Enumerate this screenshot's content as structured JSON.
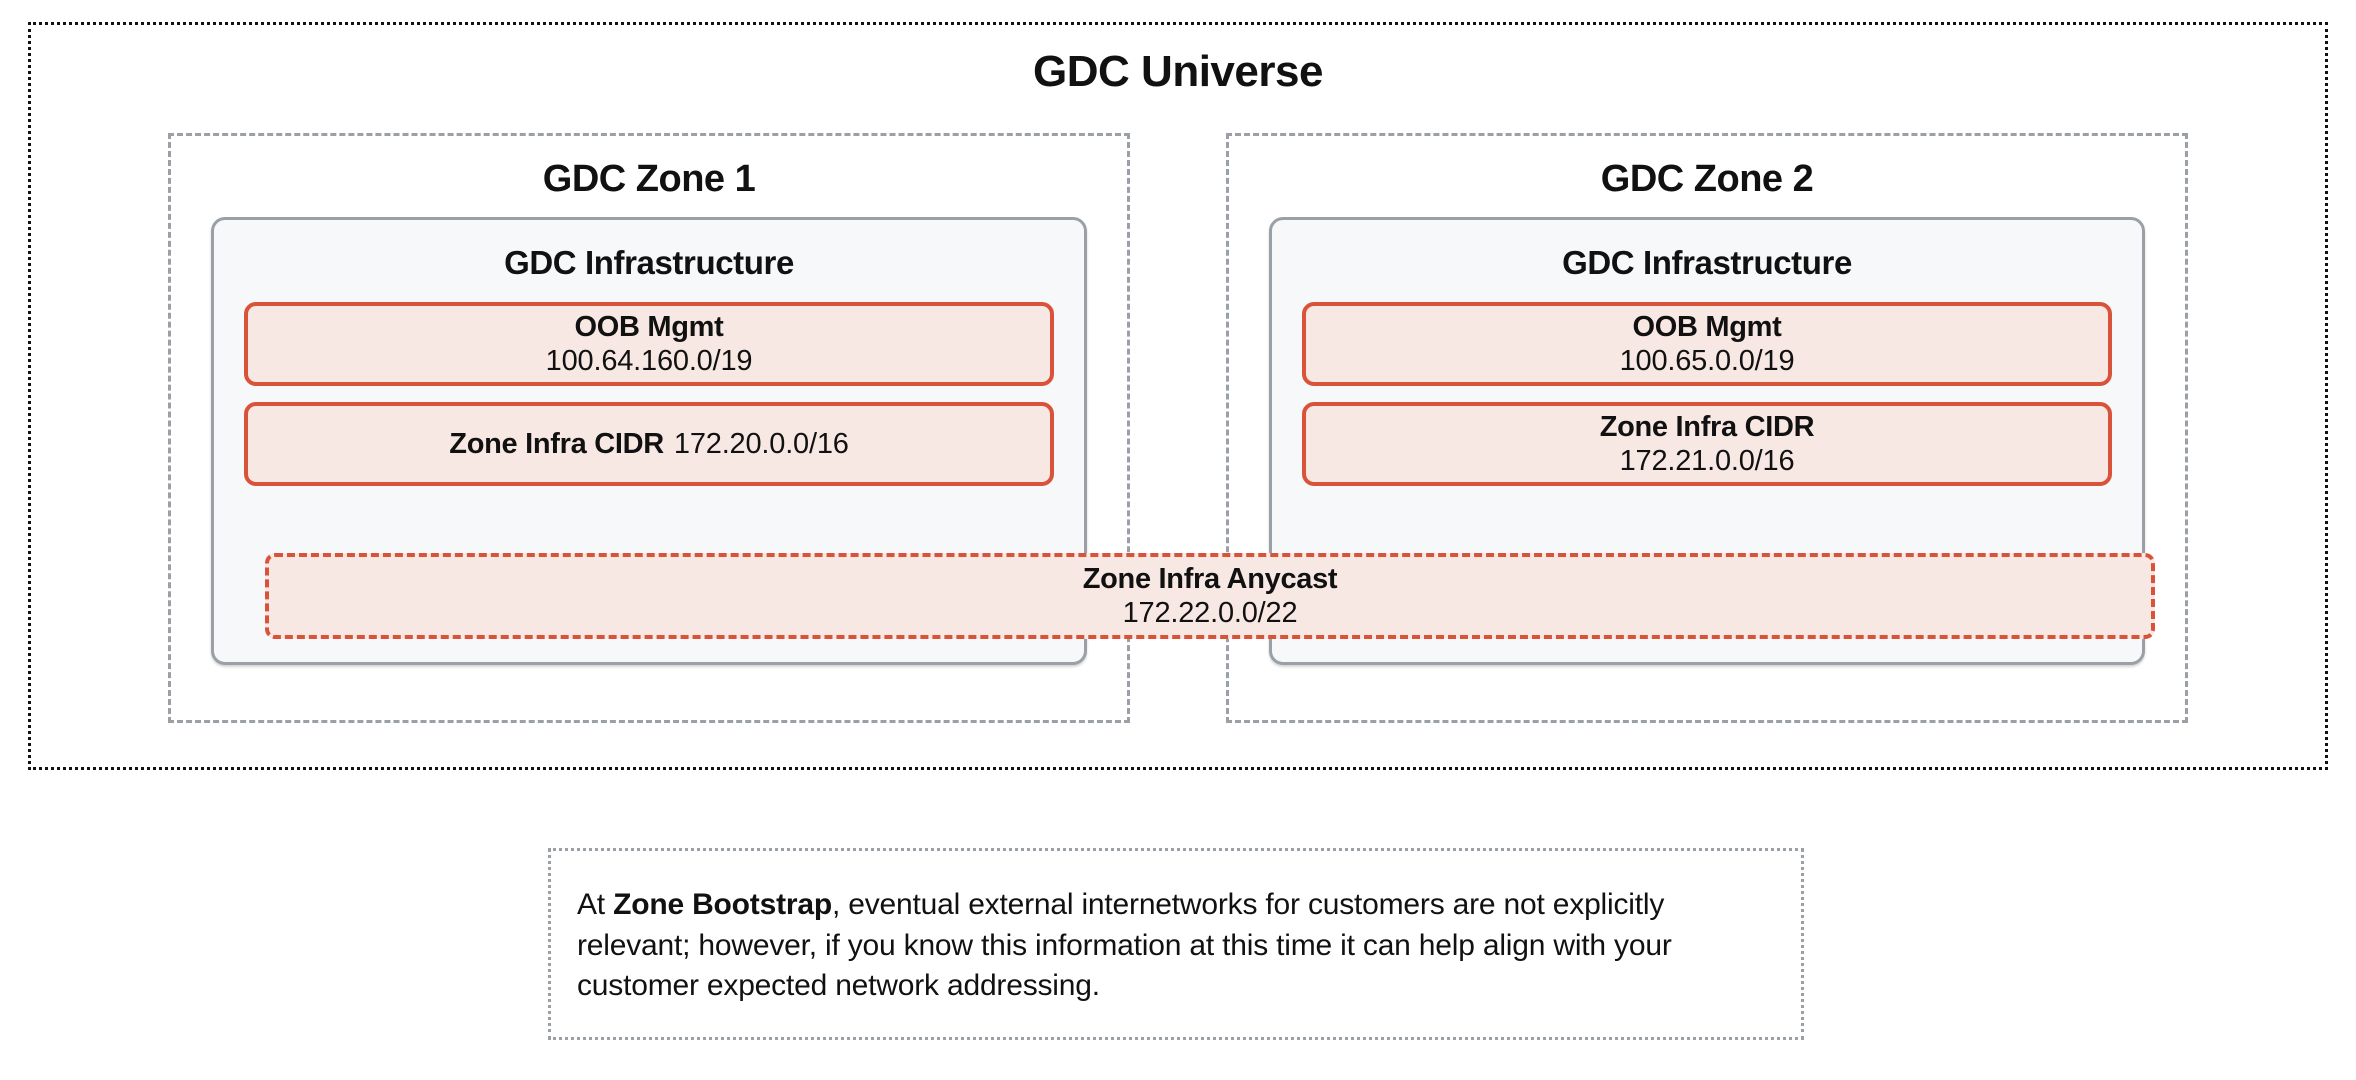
{
  "universe": {
    "title": "GDC Universe"
  },
  "zones": [
    {
      "title": "GDC Zone 1",
      "infra_title": "GDC Infrastructure",
      "boxes": [
        {
          "label": "OOB Mgmt",
          "value": "100.64.160.0/19",
          "layout": "stacked"
        },
        {
          "label": "Zone Infra CIDR",
          "value": "172.20.0.0/16",
          "layout": "inline"
        }
      ]
    },
    {
      "title": "GDC Zone 2",
      "infra_title": "GDC Infrastructure",
      "boxes": [
        {
          "label": "OOB Mgmt",
          "value": "100.65.0.0/19",
          "layout": "stacked"
        },
        {
          "label": "Zone Infra CIDR",
          "value": "172.21.0.0/16",
          "layout": "stacked"
        }
      ]
    }
  ],
  "anycast": {
    "label": "Zone Infra Anycast",
    "value": "172.22.0.0/22"
  },
  "note": {
    "lead": "At ",
    "emphasis": "Zone Bootstrap",
    "body": ", eventual external internetworks for customers are not explicitly relevant; however, if you know this information at this time it can help align with your customer expected network addressing."
  },
  "colors": {
    "cidr_border": "#d9533a",
    "cidr_fill": "#f8e8e4",
    "infra_border": "#9aa0a6",
    "infra_fill": "#f6f8fa",
    "zone_border": "#9aa0a6",
    "universe_border": "#111111",
    "note_border": "#9aa0a6"
  }
}
